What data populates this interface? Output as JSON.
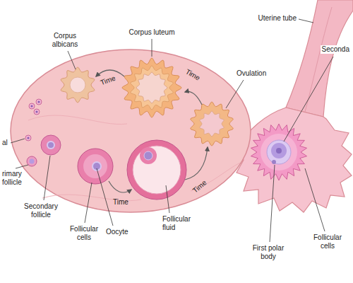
{
  "diagram": {
    "labels": [
      "Uterine tube",
      "Corpus albicans",
      "Corpus luteum",
      "Time",
      "Time",
      "Ovulation",
      "Seconda",
      "al",
      "rimary follicle",
      "Secondary follicle",
      "Follicular cells",
      "Oocyte",
      "Time",
      "Follicular fluid",
      "Time",
      "First polar body",
      "Follicular cells"
    ]
  }
}
